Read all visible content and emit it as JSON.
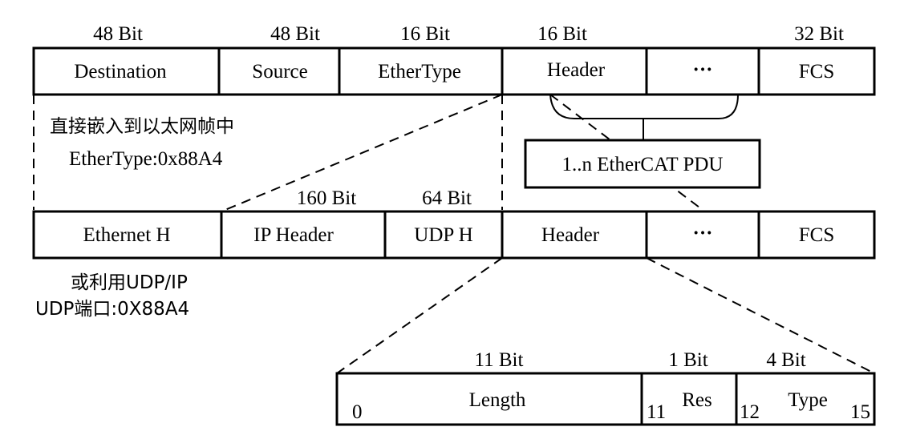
{
  "top_frame": {
    "bit_labels": [
      "48 Bit",
      "48 Bit",
      "16 Bit",
      "16 Bit",
      "32 Bit"
    ],
    "fields": [
      "Destination",
      "Source",
      "EtherType",
      "Header",
      "···",
      "FCS"
    ]
  },
  "notes": {
    "embed_line1": "直接嵌入到以太网帧中",
    "embed_line2": "EtherType:0x88A4",
    "udp_line1": "或利用UDP/IP",
    "udp_line2": "UDP端口:0X88A4"
  },
  "pdu_box": {
    "label": "1..n EtherCAT PDU"
  },
  "middle_frame": {
    "bit_labels": [
      "160 Bit",
      "64 Bit"
    ],
    "fields": [
      "Ethernet H",
      "IP Header",
      "UDP H",
      "Header",
      "···",
      "FCS"
    ]
  },
  "header_detail": {
    "bit_labels": [
      "11 Bit",
      "1 Bit",
      "4 Bit"
    ],
    "fields": [
      "Length",
      "Res",
      "Type"
    ],
    "bit_positions": [
      "0",
      "11",
      "12",
      "15"
    ]
  }
}
